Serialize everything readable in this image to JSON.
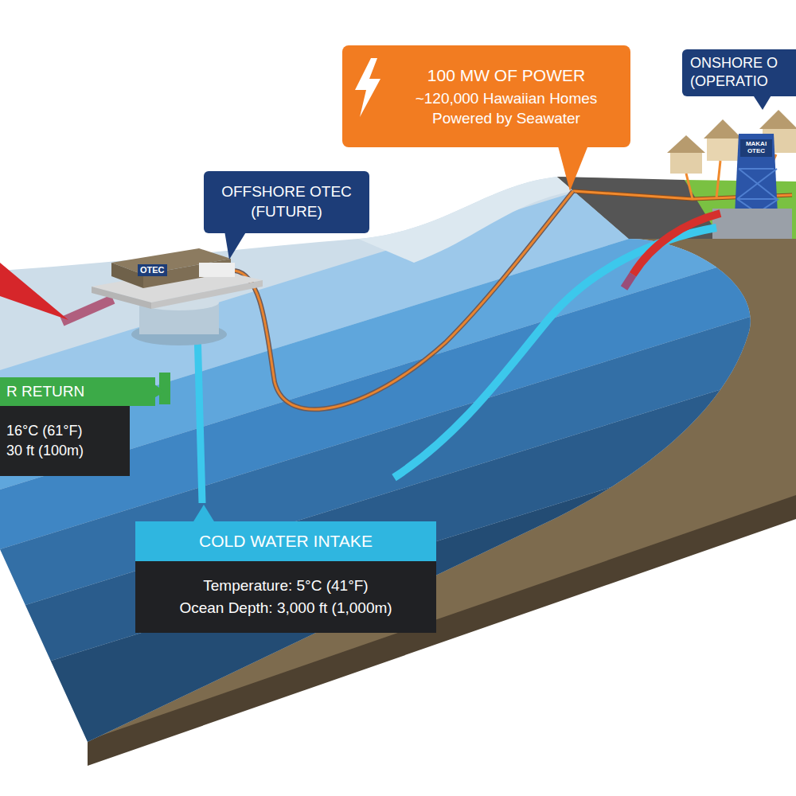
{
  "diagram": {
    "nodes": [
      {
        "text": [
          "100 MW OF POWER",
          "~120,000 Hawaiian Homes Powered by Seawater"
        ]
      },
      {
        "text": [
          "ONSHORE O (OPERATIO"
        ]
      },
      {
        "text": [
          "OFFSHORE OTEC (FUTURE)"
        ]
      },
      {
        "text": [
          "R RETURN"
        ]
      },
      {
        "text": [
          "16°C (61°F)",
          "30 ft (100m)"
        ]
      },
      {
        "text": [
          "COLD WATER INTAKE"
        ]
      },
      {
        "text": [
          "Temperature: 5°C (41°F)",
          "Ocean Depth: 3,000 ft (1,000m)"
        ]
      }
    ],
    "labels": [
      "OTEC",
      "MAKAI OTEC"
    ]
  }
}
